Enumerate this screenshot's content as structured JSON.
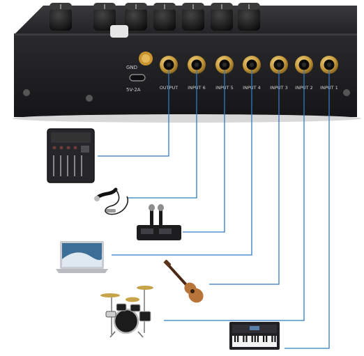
{
  "device": {
    "gnd_label": "GND",
    "usb_label": "5V-2A",
    "ports": [
      {
        "label": "OUTPUT",
        "connected_device": "mixer"
      },
      {
        "label": "INPUT 6",
        "connected_device": "microphone"
      },
      {
        "label": "INPUT 5",
        "connected_device": "wireless-microphone-receiver"
      },
      {
        "label": "INPUT 4",
        "connected_device": "laptop"
      },
      {
        "label": "INPUT 3",
        "connected_device": "ukulele"
      },
      {
        "label": "INPUT 2",
        "connected_device": "drum-kit"
      },
      {
        "label": "INPUT 1",
        "connected_device": "keyboard"
      }
    ],
    "knob_count": 7
  },
  "colors": {
    "body": "#1c1c1e",
    "jack_gold": "#c89a3c",
    "line_blue": "#2f7bc4"
  }
}
